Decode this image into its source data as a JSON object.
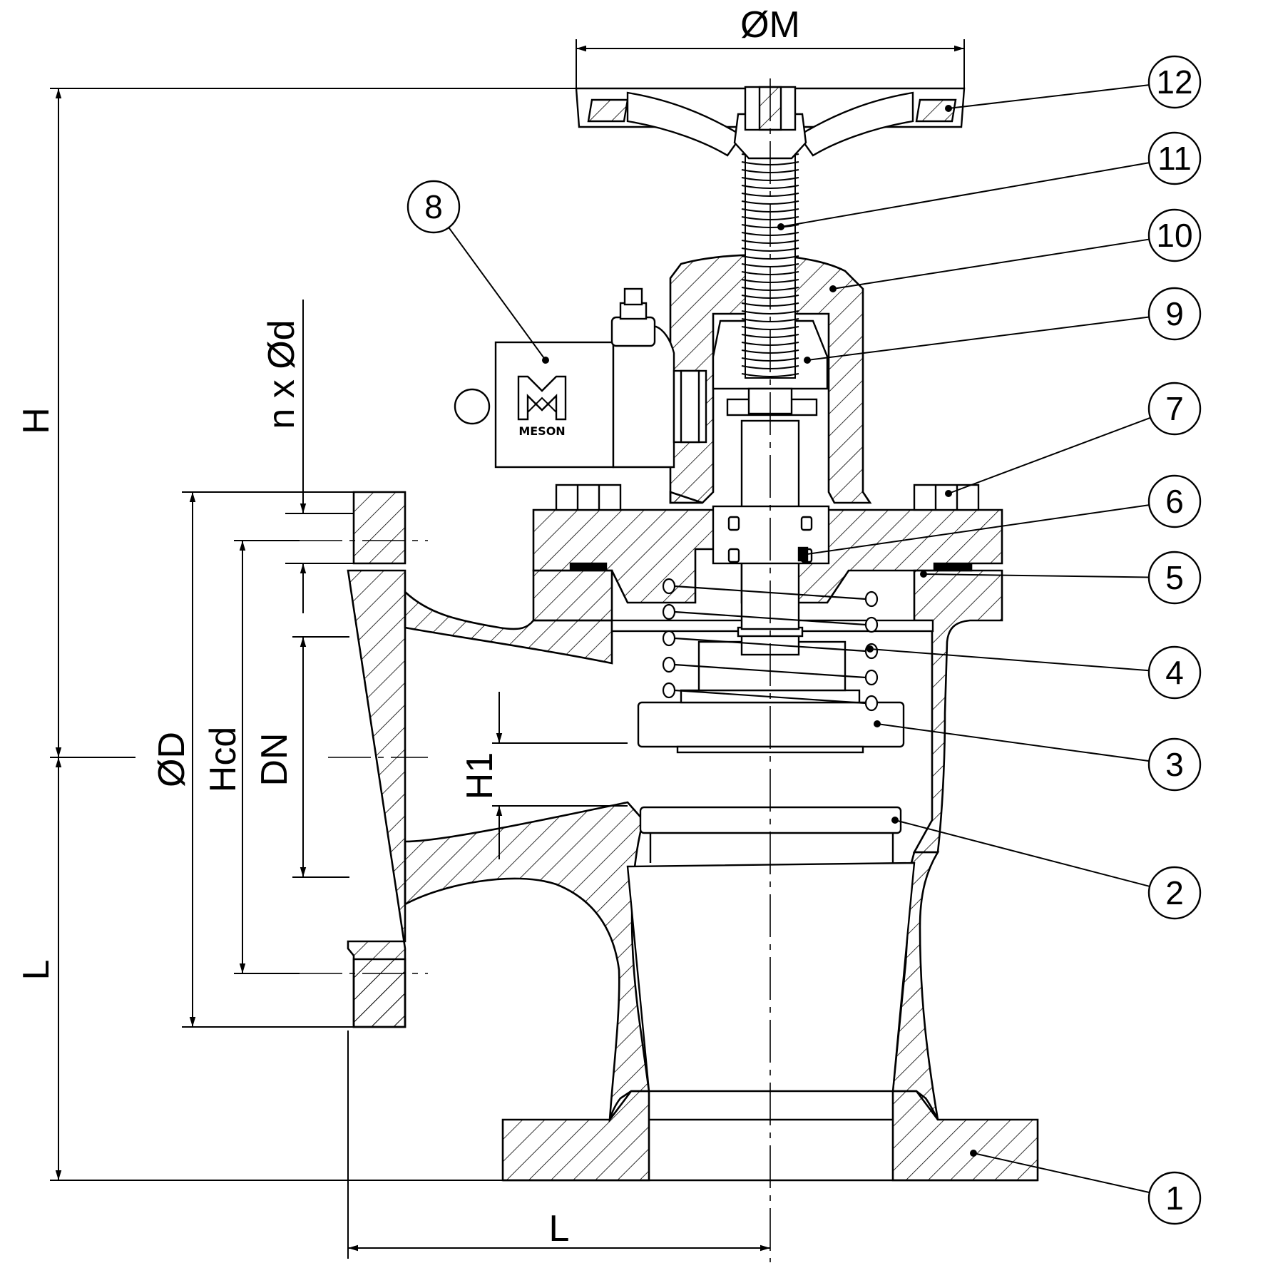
{
  "drawing": {
    "dimensions": {
      "handwheel_diameter": "ØM",
      "overall_height": "H",
      "body_length_vertical": "L",
      "body_length_horizontal": "L",
      "bolt_holes": "n x Ød",
      "flange_diameter": "ØD",
      "bolt_circle": "Hcd",
      "nominal_diameter": "DN",
      "lift_height": "H1"
    },
    "part_balloons": [
      "1",
      "2",
      "3",
      "4",
      "5",
      "6",
      "7",
      "8",
      "9",
      "10",
      "11",
      "12"
    ],
    "logo": "MESON",
    "colors": {
      "line": "#000000",
      "background": "#ffffff"
    }
  }
}
